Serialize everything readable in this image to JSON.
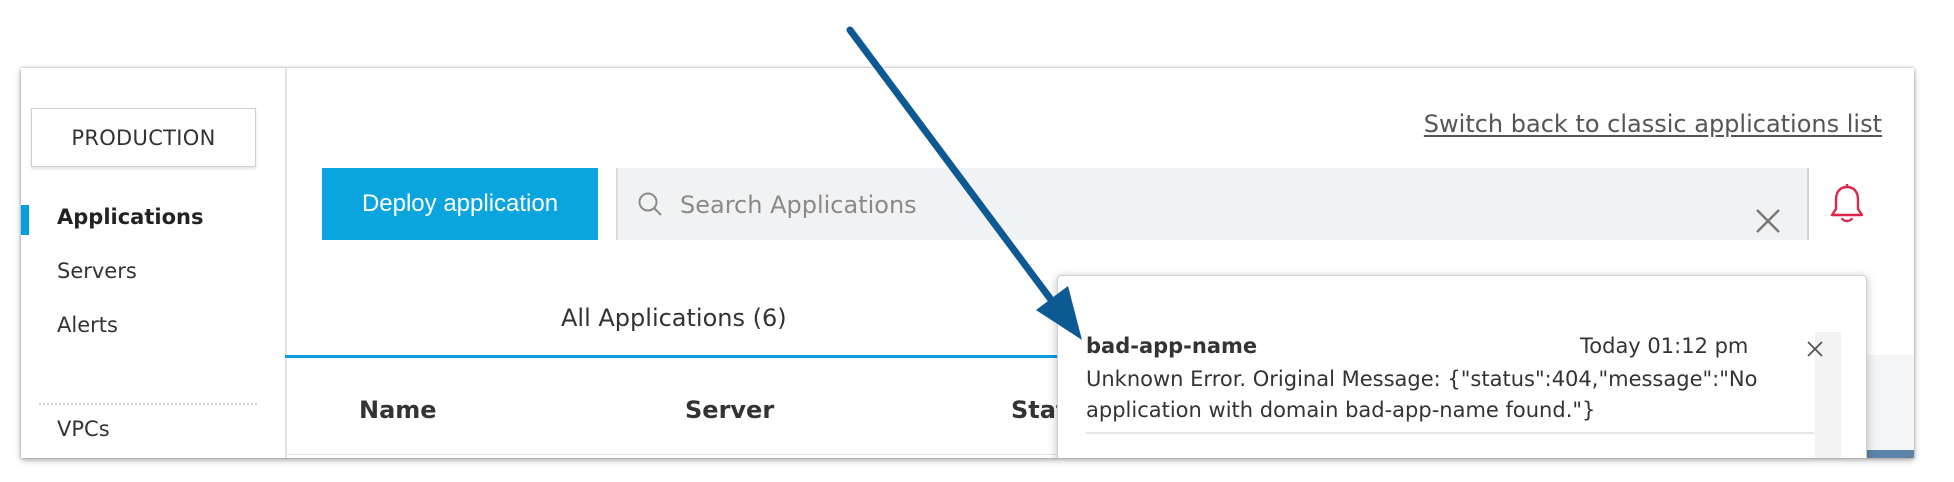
{
  "sidebar": {
    "environment": "PRODUCTION",
    "items": [
      {
        "label": "Applications",
        "active": true
      },
      {
        "label": "Servers"
      },
      {
        "label": "Alerts"
      },
      {
        "label": "VPCs"
      }
    ]
  },
  "header": {
    "switch_link": "Switch back to classic applications list",
    "deploy_label": "Deploy application",
    "search_placeholder": "Search Applications"
  },
  "tabs": [
    {
      "label": "All Applications (6)"
    }
  ],
  "table": {
    "columns": [
      "Name",
      "Server",
      "Stat"
    ]
  },
  "notification": {
    "title": "bad-app-name",
    "time": "Today 01:12 pm",
    "message": "Unknown Error. Original Message: {\"status\":404,\"message\":\"No application with domain bad-app-name found.\"}"
  },
  "colors": {
    "accent": "#0aa4df",
    "bell": "#e0254a",
    "annotation_arrow": "#0d5a93"
  },
  "icons": [
    "search-icon",
    "close-icon",
    "bell-icon",
    "annotation-arrow"
  ]
}
